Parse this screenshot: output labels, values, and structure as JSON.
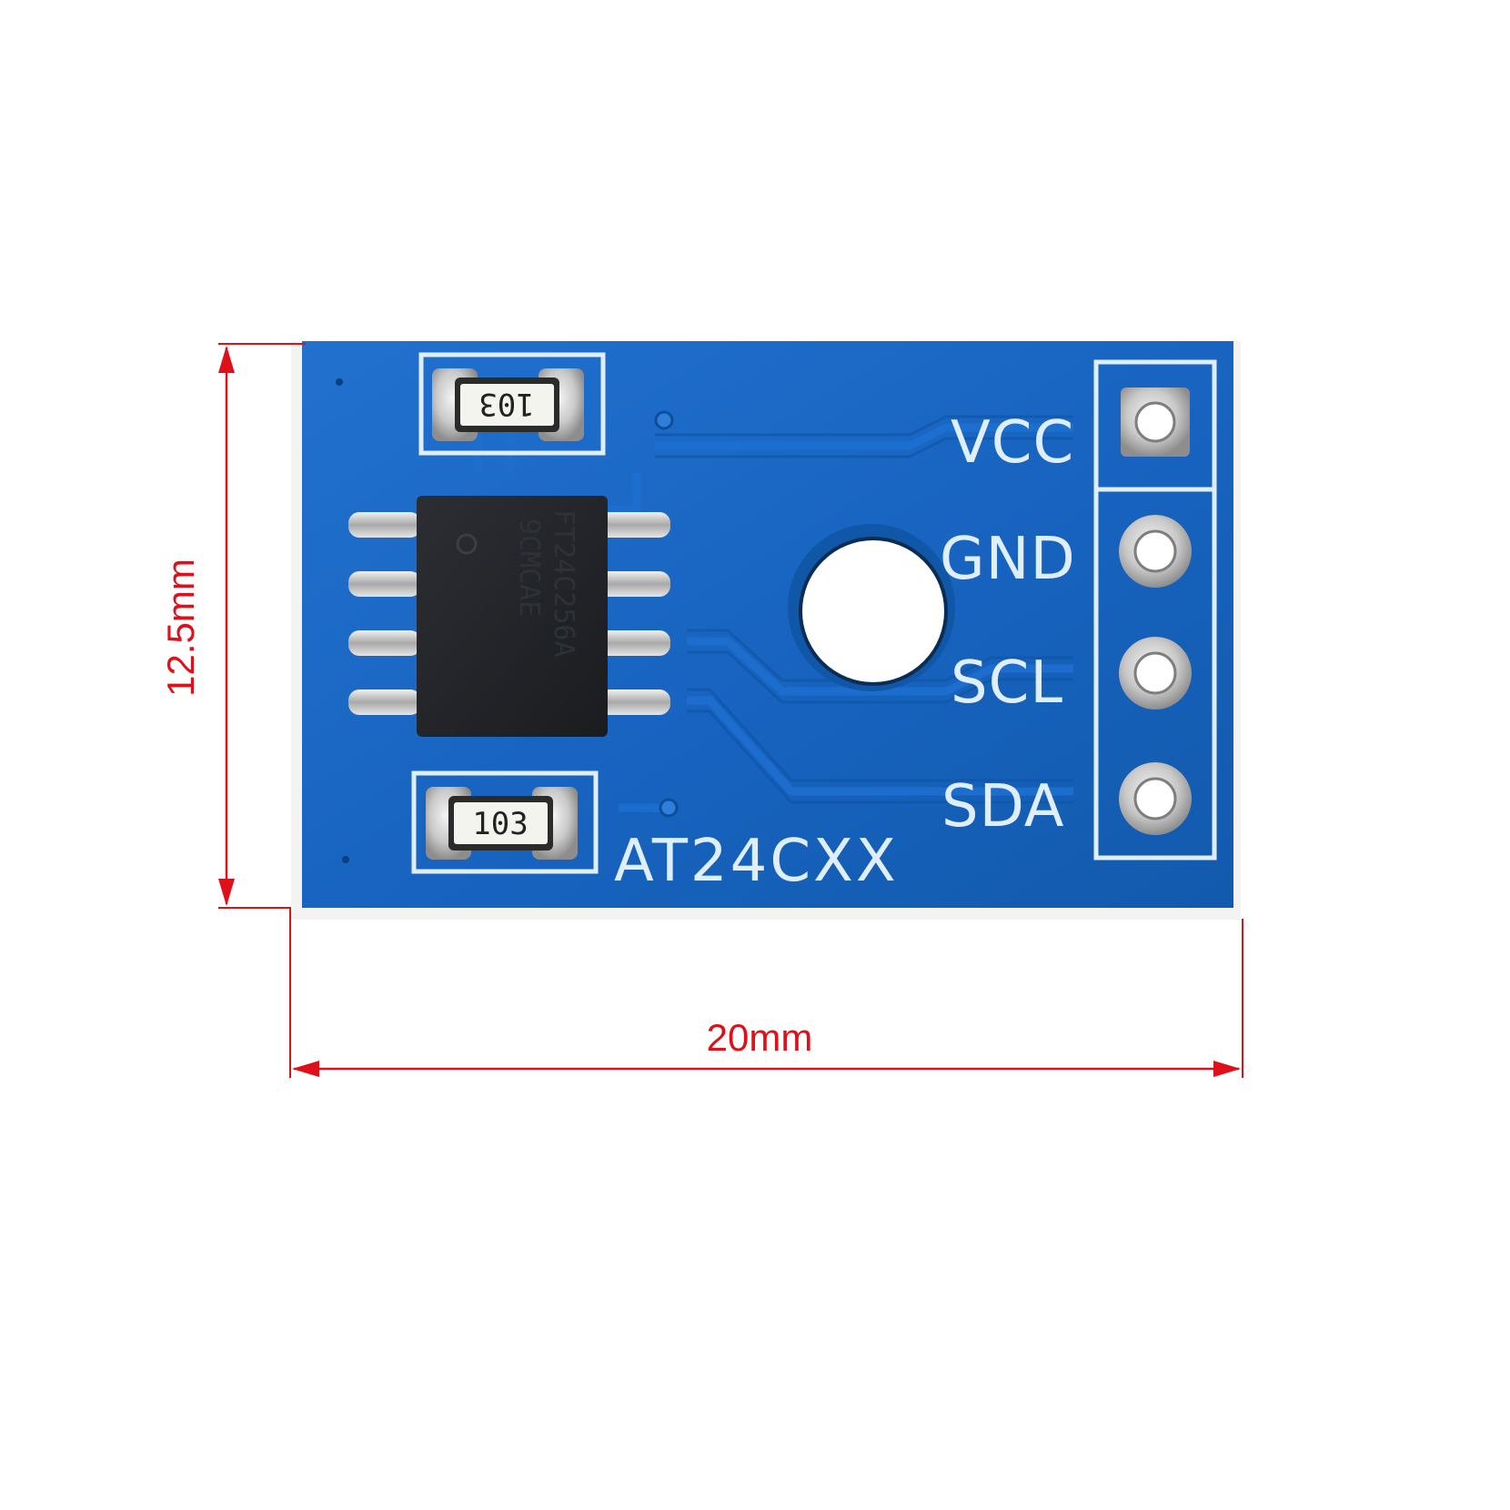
{
  "board": {
    "pins": [
      {
        "label": "VCC"
      },
      {
        "label": "GND"
      },
      {
        "label": "SCL"
      },
      {
        "label": "SDA"
      }
    ],
    "module_label": "AT24CXX",
    "chip_marking_line1": "FT24C256A",
    "chip_marking_line2": "9CMCAE",
    "resistor_top": "103",
    "resistor_bottom": "103"
  },
  "dimensions": {
    "width_label": "20mm",
    "height_label": "12.5mm"
  },
  "colors": {
    "pcb": "#1967c4",
    "silkscreen": "#dfeefa",
    "dimension_lines": "#e0101a",
    "ic_body": "#222428"
  }
}
